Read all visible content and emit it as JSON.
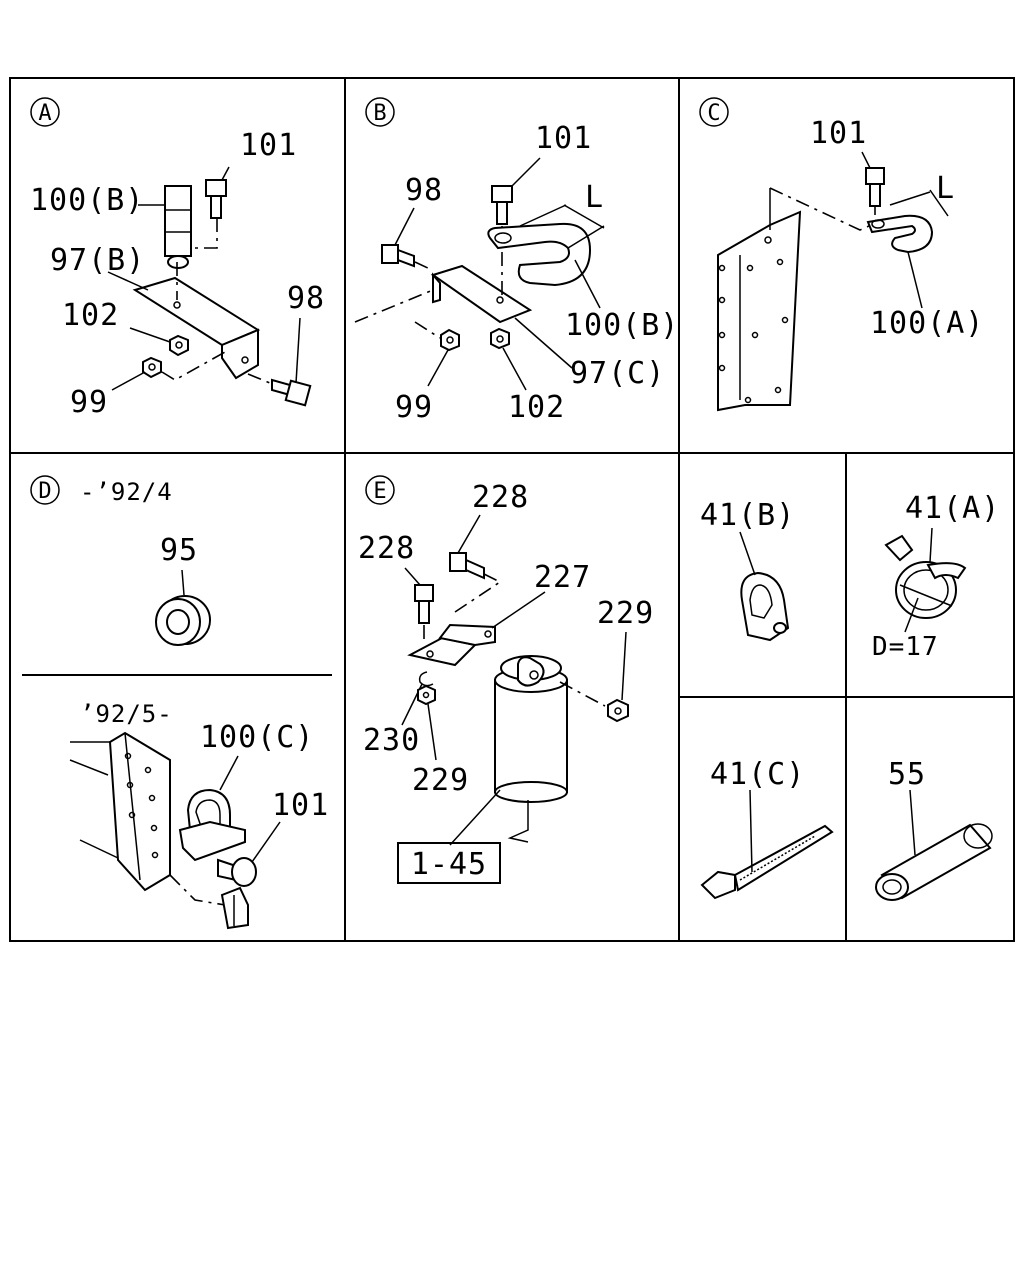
{
  "panels": {
    "A": {
      "marker": "A",
      "labels": {
        "l101": "101",
        "l100b": "100(B)",
        "l97b": "97(B)",
        "l98": "98",
        "l102": "102",
        "l99": "99"
      }
    },
    "B": {
      "marker": "B",
      "labels": {
        "l101": "101",
        "l98": "98",
        "lL": "L",
        "l100b": "100(B)",
        "l97c": "97(C)",
        "l99": "99",
        "l102": "102"
      }
    },
    "C": {
      "marker": "C",
      "labels": {
        "l101": "101",
        "lL": "L",
        "l100a": "100(A)"
      }
    },
    "D": {
      "marker": "D",
      "range_top": "-’92/4",
      "range_bottom": "’92/5-",
      "labels": {
        "l95": "95",
        "l100c": "100(C)",
        "l101": "101"
      }
    },
    "E": {
      "marker": "E",
      "labels": {
        "l228a": "228",
        "l228b": "228",
        "l227": "227",
        "l229a": "229",
        "l230": "230",
        "l229b": "229",
        "ref": "1-45"
      }
    },
    "F": {
      "labels": {
        "l41b": "41(B)"
      }
    },
    "G": {
      "labels": {
        "l41a": "41(A)",
        "d17": "D=17"
      }
    },
    "H": {
      "labels": {
        "l41c": "41(C)"
      }
    },
    "I": {
      "labels": {
        "l55": "55"
      }
    }
  }
}
